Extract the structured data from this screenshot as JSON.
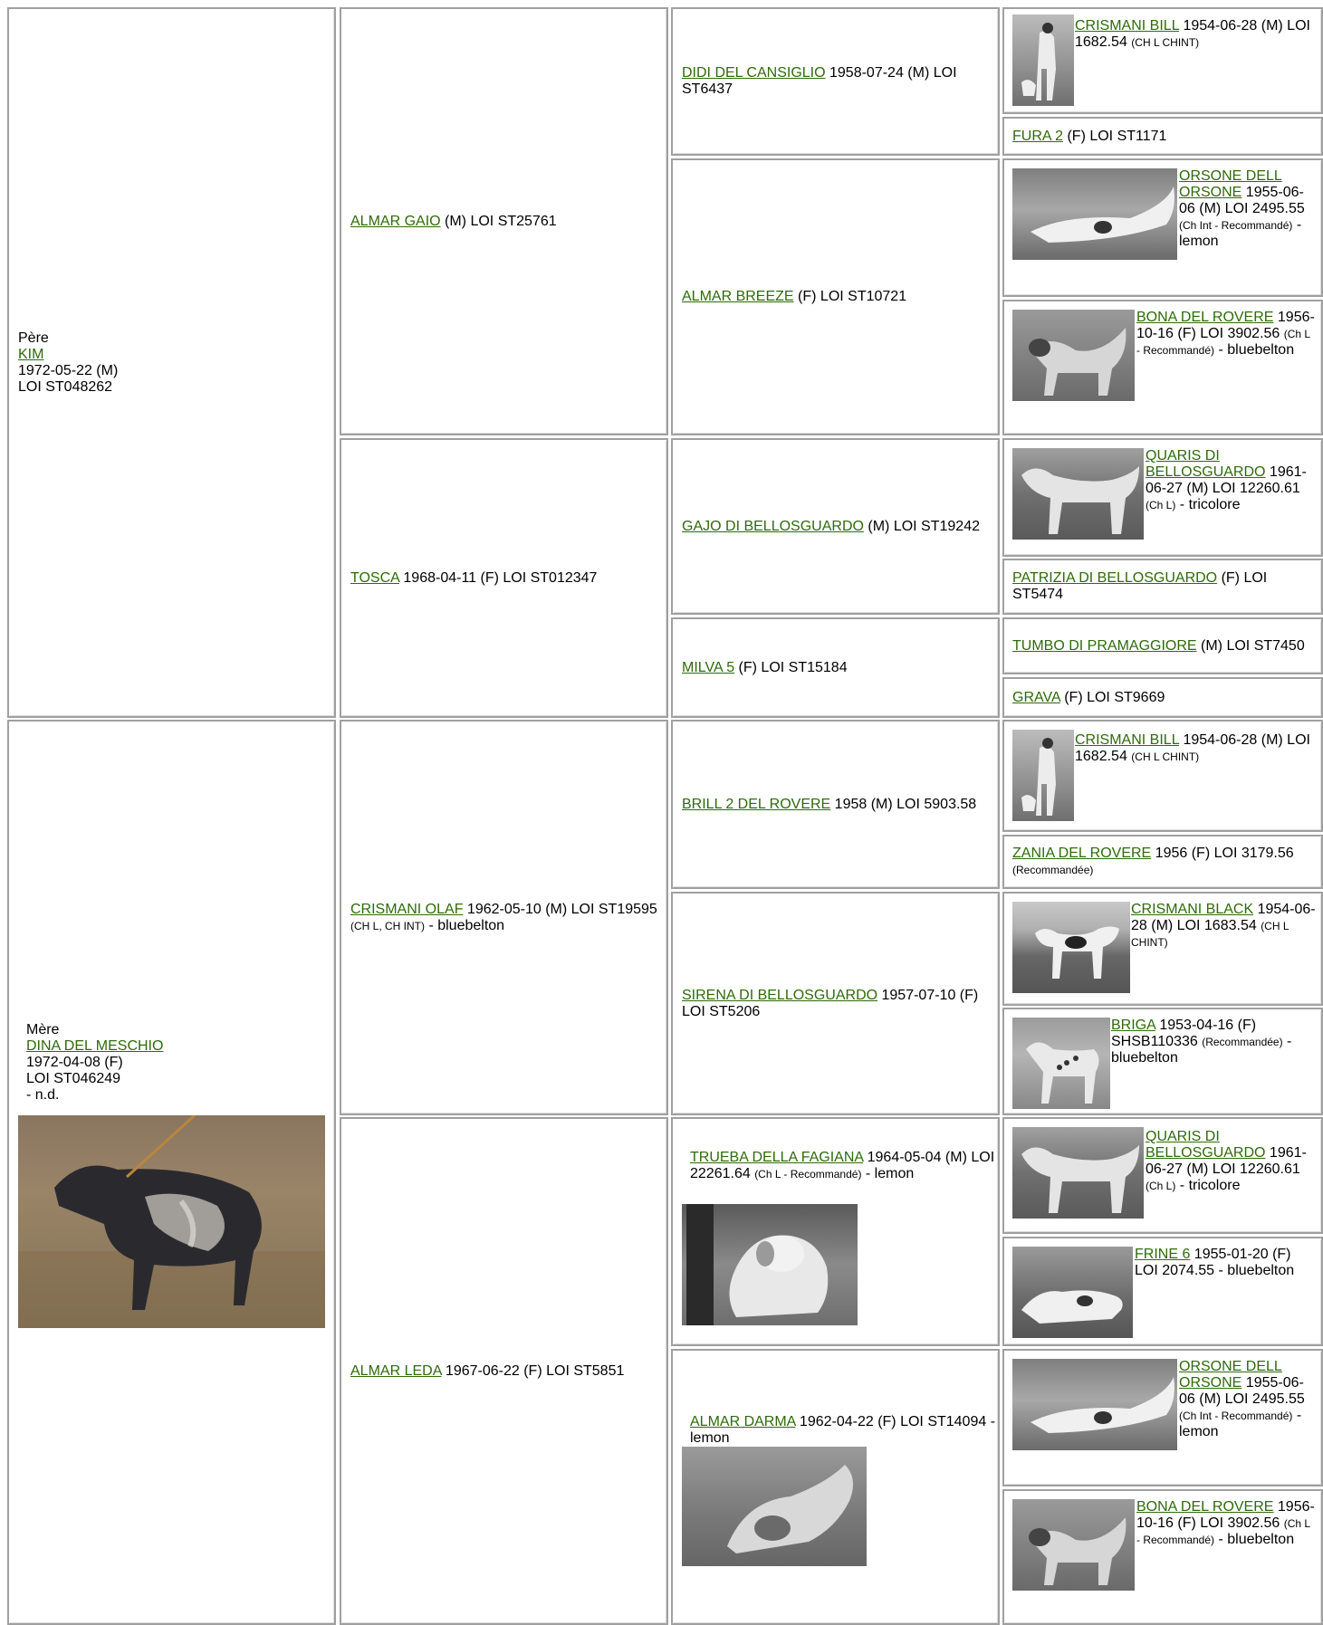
{
  "pere": {
    "role": "Père",
    "name": "KIM",
    "dob": "1972-05-22 (M)",
    "reg": "LOI ST048262"
  },
  "mere": {
    "role": "Mère",
    "name": "DINA DEL MESCHIO",
    "dob": "1972-04-08 (F)",
    "reg": "LOI ST046249",
    "color": "- n.d."
  },
  "gen2": [
    {
      "name": "ALMAR GAIO",
      "info": " (M) LOI ST25761"
    },
    {
      "name": "TOSCA",
      "info": " 1968-04-11 (F) LOI ST012347"
    },
    {
      "name": "CRISMANI OLAF",
      "info": " 1962-05-10 (M) LOI ST19595 ",
      "small": "(CH L, CH INT)",
      "tail": " - bluebelton"
    },
    {
      "name": "ALMAR LEDA",
      "info": " 1967-06-22 (F) LOI ST5851"
    }
  ],
  "gen3": [
    {
      "name": "DIDI DEL CANSIGLIO",
      "info": " 1958-07-24 (M) LOI ST6437"
    },
    {
      "name": "ALMAR BREEZE",
      "info": " (F) LOI ST10721"
    },
    {
      "name": "GAJO DI BELLOSGUARDO",
      "info": " (M) LOI ST19242"
    },
    {
      "name": "MILVA 5",
      "info": " (F) LOI ST15184"
    },
    {
      "name": "BRILL 2 DEL ROVERE",
      "info": " 1958 (M) LOI 5903.58"
    },
    {
      "name": "SIRENA DI BELLOSGUARDO",
      "info": " 1957-07-10 (F) LOI ST5206"
    },
    {
      "name": "TRUEBA DELLA FAGIANA",
      "info": " 1964-05-04 (M) LOI 22261.64 ",
      "small": "(Ch L - Recommandé)",
      "tail": " - lemon"
    },
    {
      "name": "ALMAR DARMA",
      "info": " 1962-04-22 (F) LOI ST14094 - lemon"
    }
  ],
  "gen4": [
    {
      "name": "CRISMANI BILL",
      "info": " 1954-06-28 (M) LOI 1682.54 ",
      "small": "(CH L CHINT)"
    },
    {
      "name": "FURA 2",
      "info": " (F) LOI ST1171"
    },
    {
      "name": "ORSONE DELL ORSONE",
      "info": " 1955-06-06 (M) LOI 2495.55 ",
      "small": "(Ch Int - Recommandé)",
      "tail": " - lemon"
    },
    {
      "name": "BONA DEL ROVERE",
      "info": " 1956-10-16 (F) LOI 3902.56 ",
      "small": "(Ch L - Recommandé)",
      "tail": " - bluebelton"
    },
    {
      "name": "QUARIS DI BELLOSGUARDO",
      "info": " 1961-06-27 (M) LOI 12260.61 ",
      "small": "(Ch L)",
      "tail": " - tricolore"
    },
    {
      "name": "PATRIZIA DI BELLOSGUARDO",
      "info": " (F) LOI ST5474"
    },
    {
      "name": "TUMBO DI PRAMAGGIORE",
      "info": " (M) LOI ST7450"
    },
    {
      "name": "GRAVA",
      "info": " (F) LOI ST9669"
    },
    {
      "name": "CRISMANI BILL",
      "info": " 1954-06-28 (M) LOI 1682.54 ",
      "small": "(CH L CHINT)"
    },
    {
      "name": "ZANIA DEL ROVERE",
      "info": " 1956 (F) LOI 3179.56 ",
      "small": "(Recommandée)"
    },
    {
      "name": "CRISMANI BLACK",
      "info": " 1954-06-28 (M) LOI 1683.54 ",
      "small": "(CH L CHINT)"
    },
    {
      "name": "BRIGA",
      "info": " 1953-04-16 (F) SHSB110336 ",
      "small": "(Recommandée)",
      "tail": " - bluebelton"
    },
    {
      "name": "QUARIS DI BELLOSGUARDO",
      "info": " 1961-06-27 (M) LOI 12260.61 ",
      "small": "(Ch L)",
      "tail": " - tricolore"
    },
    {
      "name": "FRINE 6",
      "info": " 1955-01-20 (F) LOI 2074.55 - bluebelton"
    },
    {
      "name": "ORSONE DELL ORSONE",
      "info": " 1955-06-06 (M) LOI 2495.55 ",
      "small": "(Ch Int - Recommandé)",
      "tail": " - lemon"
    },
    {
      "name": "BONA DEL ROVERE",
      "info": " 1956-10-16 (F) LOI 3902.56 ",
      "small": "(Ch L - Recommandé)",
      "tail": " - bluebelton"
    }
  ],
  "colors": {
    "link": "#2e6b0a",
    "border": "#a0a0a0"
  }
}
